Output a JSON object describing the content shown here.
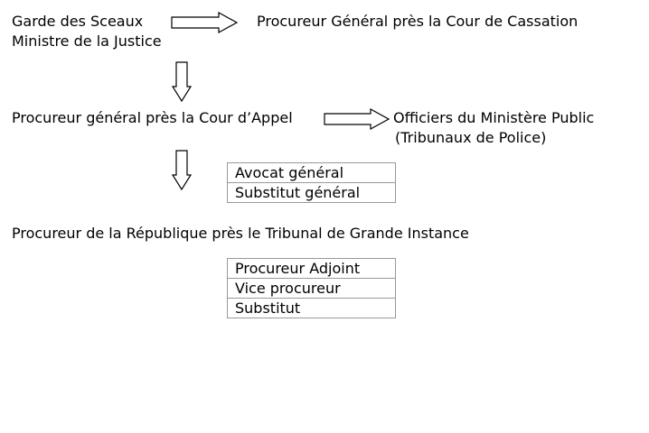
{
  "nodes": {
    "garde_line1": "Garde des Sceaux",
    "garde_line2": "Ministre de la Justice",
    "procureur_cassation": "Procureur Général près la Cour de Cassation",
    "procureur_appel": "Procureur général près la Cour d’Appel",
    "officiers_line1": "Officiers du Ministère Public",
    "officiers_line2": "(Tribunaux de Police)",
    "procureur_republique": "Procureur de la République près le Tribunal de Grande Instance"
  },
  "appel_box": {
    "items": [
      "Avocat général",
      "Substitut général"
    ]
  },
  "republique_box": {
    "items": [
      "Procureur Adjoint",
      "Vice procureur",
      "Substitut"
    ]
  },
  "colors": {
    "arrow_stroke": "#000000",
    "box_border": "#999999"
  }
}
